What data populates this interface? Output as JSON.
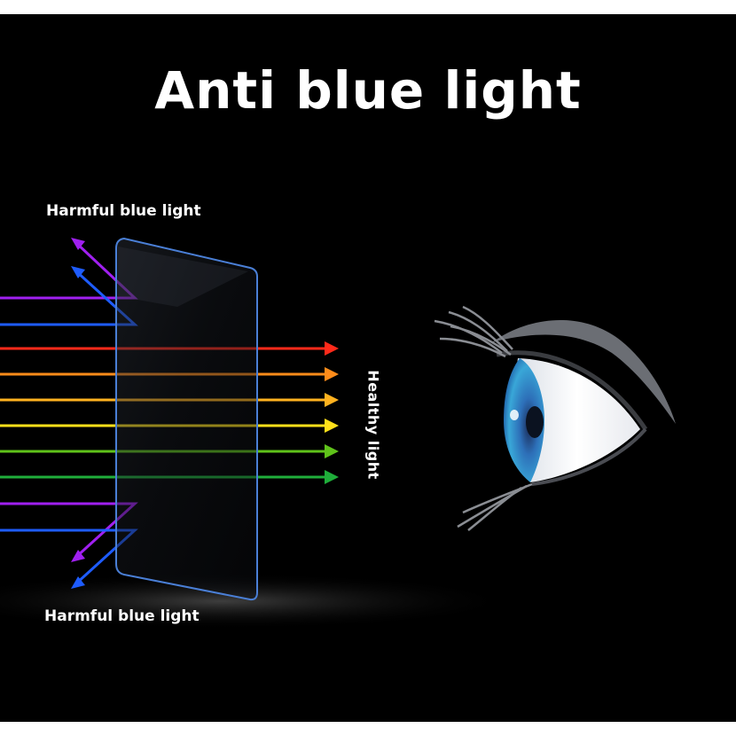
{
  "title": "Anti blue light",
  "labels": {
    "harmful_top": "Harmful blue light",
    "harmful_bottom": "Harmful blue light",
    "healthy": "Healthy light"
  },
  "colors": {
    "background": "#000000",
    "violet": "#a020f0",
    "blue": "#1e5cff",
    "red": "#ff2a1a",
    "orange": "#ff8c1a",
    "amber": "#ffb21f",
    "yellow": "#ffe01a",
    "green": "#5fc21a",
    "green_dark": "#1fae3a",
    "panel_edge": "#4a7fd6"
  },
  "rays": {
    "harmful": [
      "violet",
      "blue",
      "violet",
      "blue"
    ],
    "healthy": [
      "red",
      "orange",
      "amber",
      "yellow",
      "green",
      "green_dark"
    ]
  }
}
